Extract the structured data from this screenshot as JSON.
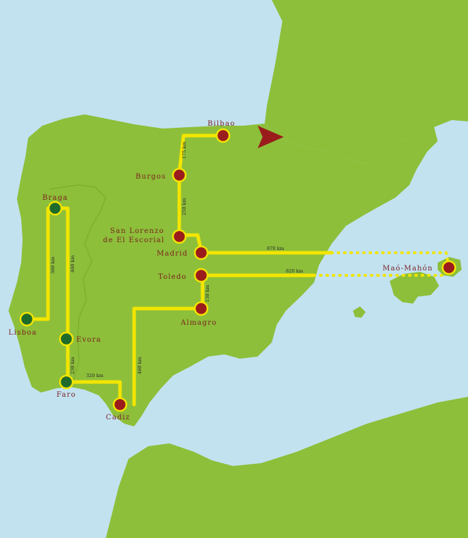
{
  "colors": {
    "sea": "#c2e2f0",
    "land": "#8dbf3a",
    "route": "#f2e500",
    "spain_marker": "#9b1c1c",
    "portugal_marker": "#1e6b2c",
    "label": "#7a1f1f"
  },
  "cities": [
    {
      "id": "bilbao",
      "name": "Bilbao",
      "country": "spain"
    },
    {
      "id": "burgos",
      "name": "Burgos",
      "country": "spain"
    },
    {
      "id": "escorial",
      "name": "San Lorenzo",
      "name2": "de El Escorial",
      "country": "spain"
    },
    {
      "id": "madrid",
      "name": "Madrid",
      "country": "spain"
    },
    {
      "id": "toledo",
      "name": "Toledo",
      "country": "spain"
    },
    {
      "id": "almagro",
      "name": "Almagro",
      "country": "spain"
    },
    {
      "id": "cadiz",
      "name": "Cadiz",
      "country": "spain"
    },
    {
      "id": "mahon",
      "name": "Maó-Mahón",
      "country": "spain"
    },
    {
      "id": "braga",
      "name": "Braga",
      "country": "portugal"
    },
    {
      "id": "lisboa",
      "name": "Lisboa",
      "country": "portugal"
    },
    {
      "id": "evora",
      "name": "Evora",
      "country": "portugal"
    },
    {
      "id": "faro",
      "name": "Faro",
      "country": "portugal"
    }
  ],
  "distances": {
    "bilbao_burgos": "175 km",
    "burgos_escorial": "250 km",
    "madrid_mahon": "870 km",
    "toledo_mahon": "820 km",
    "toledo_almagro": "130 km",
    "almagro_cadiz": "460 km",
    "braga_lisboa": "360 km",
    "braga_evora": "460 km",
    "evora_faro": "230 km",
    "faro_cadiz": "320 km"
  },
  "start_marker": "arrow-start-icon"
}
